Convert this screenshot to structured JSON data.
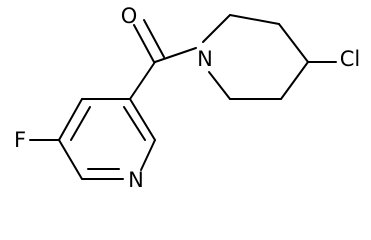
{
  "structure": {
    "atoms": {
      "oxygen": "O",
      "nitrogen_amide": "N",
      "chlorine": "Cl",
      "fluorine": "F",
      "nitrogen_pyridine": "N"
    }
  }
}
